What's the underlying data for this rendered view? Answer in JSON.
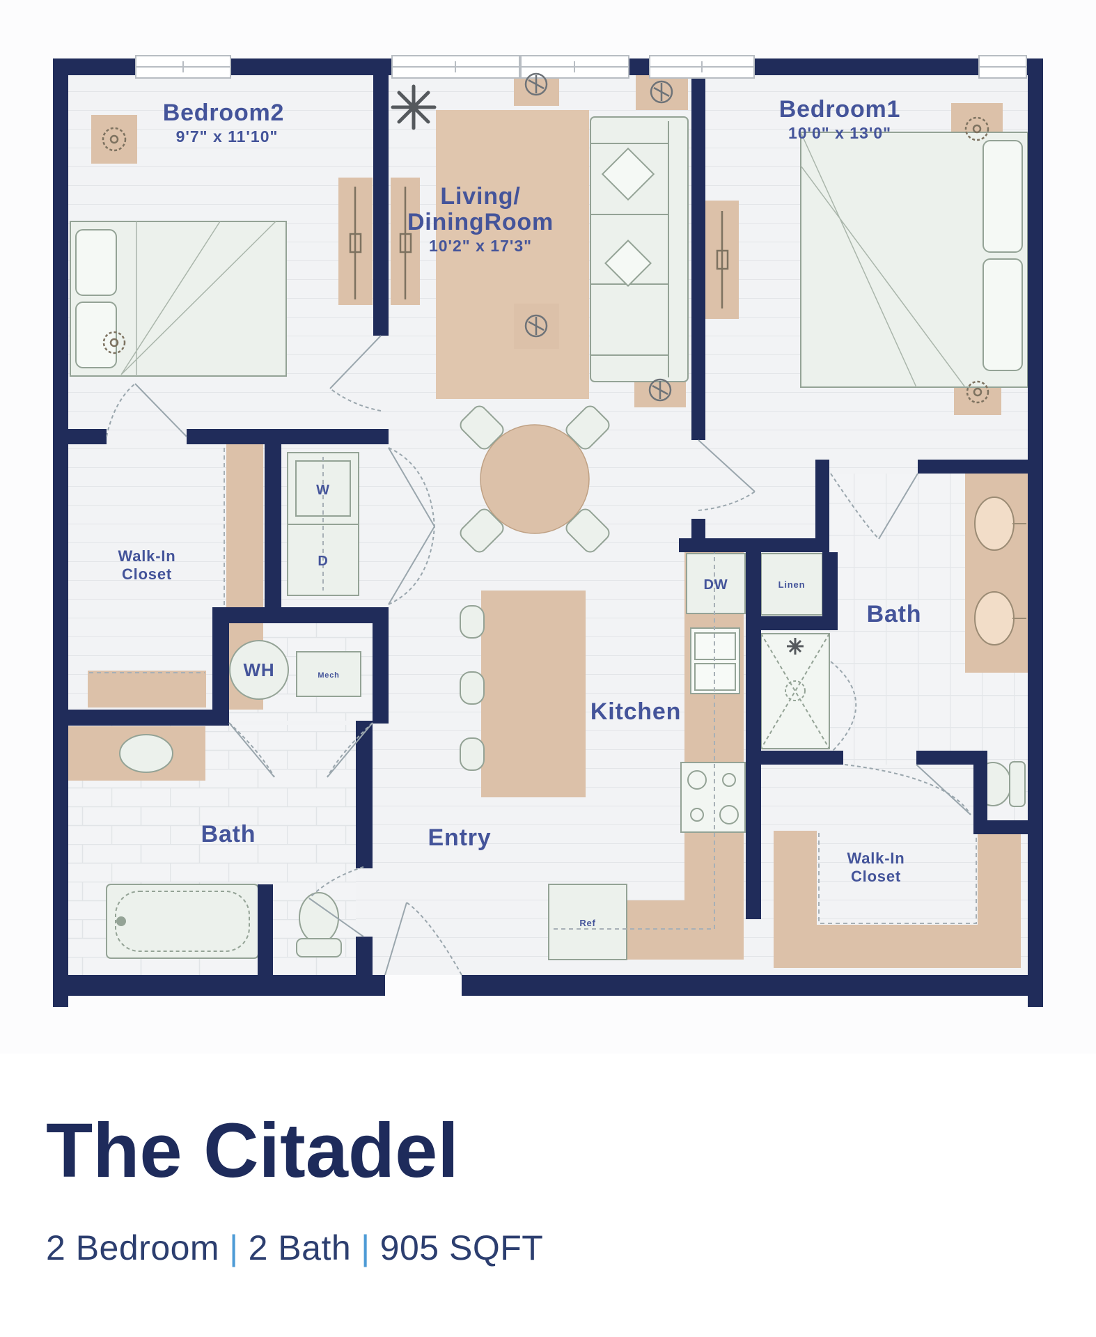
{
  "plan": {
    "rooms": {
      "bedroom2": {
        "name": "Bedroom2",
        "dims": "9'7\" x 11'10\""
      },
      "bedroom1": {
        "name": "Bedroom1",
        "dims": "10'0\" x 13'0\""
      },
      "living": {
        "name1": "Living/",
        "name2": "DiningRoom",
        "dims": "10'2\" x 17'3\""
      },
      "closet1": {
        "name1": "Walk-In",
        "name2": "Closet"
      },
      "closet2": {
        "name1": "Walk-In",
        "name2": "Closet"
      },
      "bath1": {
        "name": "Bath"
      },
      "bath2": {
        "name": "Bath"
      },
      "entry": {
        "name": "Entry"
      },
      "kitchen": {
        "name": "Kitchen"
      }
    },
    "fixtures": {
      "washer": "W",
      "dryer": "D",
      "water_heater": "WH",
      "mech": "Mech",
      "dishwasher": "DW",
      "linen": "Linen",
      "fridge": "Ref"
    },
    "colors": {
      "wall": "#202c5a",
      "tan": "#dcc1a9",
      "label": "#44549a",
      "fixture_fill": "#ecf1ec"
    }
  },
  "footer": {
    "title": "The Citadel",
    "bed": "2 Bedroom",
    "bath": "2 Bath",
    "sqft": "905 SQFT",
    "sep": "|"
  }
}
